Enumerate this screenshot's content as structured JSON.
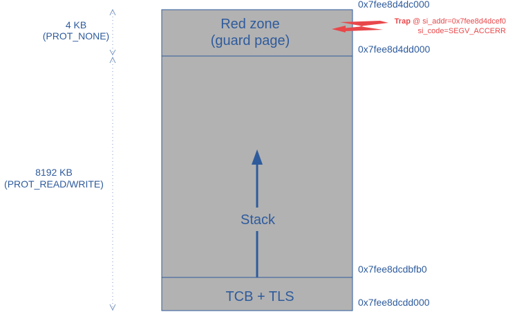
{
  "regions": {
    "red_zone": {
      "title_line1": "Red zone",
      "title_line2": "(guard page)",
      "size_label": "4 KB",
      "prot_label": "(PROT_NONE)"
    },
    "stack": {
      "label": "Stack",
      "size_label": "8192 KB",
      "prot_label": "(PROT_READ/WRITE)"
    },
    "tcb": {
      "label": "TCB + TLS"
    }
  },
  "addresses": {
    "top": "0x7fee8d4dc000",
    "guard_end": "0x7fee8d4dd000",
    "stack_top": "0x7fee8dcdbfb0",
    "bottom": "0x7fee8dcdd000"
  },
  "trap": {
    "word": "Trap",
    "detail_line1": "@ si_addr=0x7fee8d4dcef0",
    "detail_line2": "si_code=SEGV_ACCERR"
  },
  "colors": {
    "region_fill": "#b2b2b2",
    "region_stroke": "#2e5b9c",
    "text_blue": "#2e5b9c",
    "trap_red": "#e8474a",
    "dimension_line": "#7a96c0"
  }
}
